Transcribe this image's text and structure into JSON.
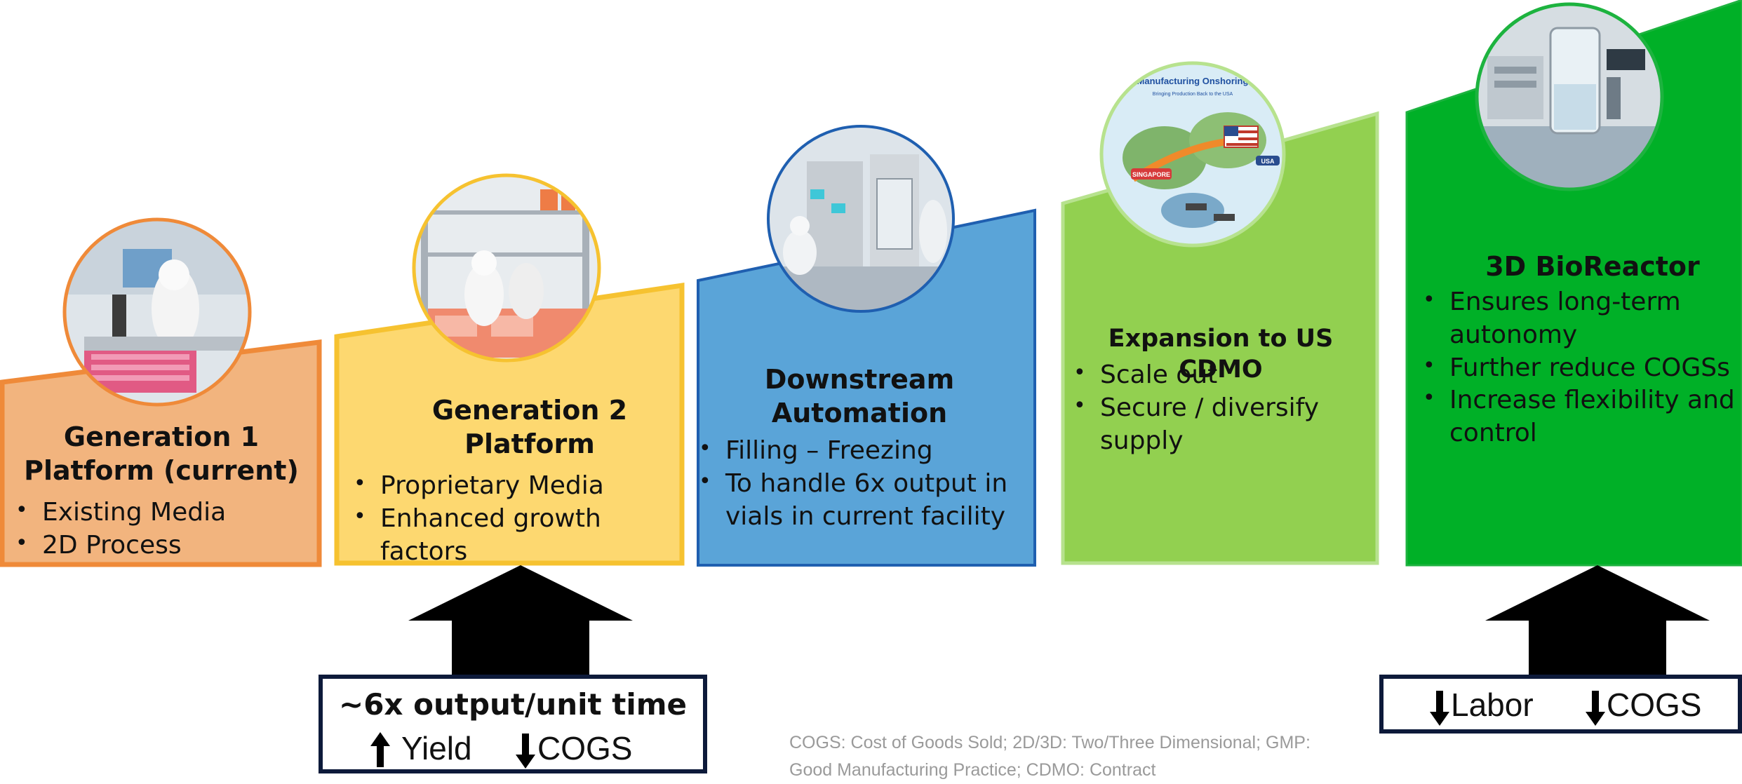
{
  "colors": {
    "stage1": "#f2b47e",
    "stage1_border": "#ef8a39",
    "stage2": "#fdd870",
    "stage2_border": "#f6c230",
    "stage3": "#5aa4d8",
    "stage3_border": "#1f5fb0",
    "stage4": "#92d050",
    "stage4_border": "#b7e28e",
    "stage5": "#00b027",
    "stage5_border": "#1db33f",
    "callout_border": "#0d1a3a",
    "arrow": "#000000"
  },
  "stages": [
    {
      "title_lines": [
        "Generation 1",
        "Platform (current)"
      ],
      "bullets": [
        "Existing Media",
        "2D Process"
      ],
      "photo_icon": "lab-worker-microscope-photo"
    },
    {
      "title_lines": [
        "Generation 2",
        "Platform"
      ],
      "bullets": [
        "Proprietary Media",
        "Enhanced growth factors"
      ],
      "photo_icon": "cleanroom-lab-photo"
    },
    {
      "title_lines": [
        "Downstream",
        "Automation"
      ],
      "bullets": [
        "Filling – Freezing",
        "To handle 6x output in vials in current facility"
      ],
      "photo_icon": "automated-filling-machine-photo"
    },
    {
      "title_lines": [
        "Expansion to US CDMO"
      ],
      "bullets": [
        "Scale out",
        "Secure / diversify supply"
      ],
      "photo_icon": "manufacturing-onshoring-map-photo",
      "photo_caption": "Manufacturing Onshoring",
      "photo_subcaption": "Bringing Production Back to the USA",
      "map_tags": [
        "SINGAPORE",
        "USA"
      ]
    },
    {
      "title_lines": [
        "3D BioReactor"
      ],
      "bullets": [
        "Ensures long-term autonomy",
        "Further reduce COGSs",
        "Increase flexibility and control"
      ],
      "photo_icon": "bioreactor-photo"
    }
  ],
  "callouts": {
    "left": {
      "headline": "~6x output/unit time",
      "items": [
        "Yield",
        "COGS"
      ],
      "item_icons": [
        "arrow-up-icon",
        "arrow-down-icon"
      ]
    },
    "right": {
      "items": [
        "Labor",
        "COGS"
      ],
      "item_icons": [
        "arrow-down-icon",
        "arrow-down-icon"
      ]
    }
  },
  "footnote": "COGS: Cost of Goods Sold; 2D/3D: Two/Three Dimensional; GMP: Good Manufacturing Practice; CDMO: Contract"
}
